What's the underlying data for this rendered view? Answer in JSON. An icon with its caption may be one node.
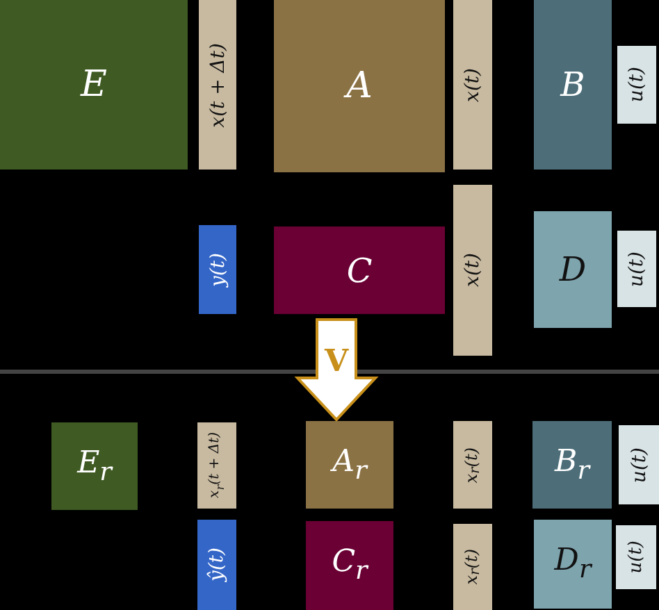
{
  "diagram": {
    "nodes": [
      {
        "text": [
          "E"
        ]
      },
      {
        "text": [
          "x(t + Δt)"
        ]
      },
      {
        "text": [
          "A"
        ]
      },
      {
        "text": [
          "x(t)"
        ]
      },
      {
        "text": [
          "B"
        ]
      },
      {
        "text": [
          "u(t)"
        ]
      },
      {
        "text": [
          "y(t)"
        ]
      },
      {
        "text": [
          "C"
        ]
      },
      {
        "text": [
          "x(t)"
        ]
      },
      {
        "text": [
          "D"
        ]
      },
      {
        "text": [
          "u(t)"
        ]
      },
      {
        "text": [
          "E$_{r}$"
        ]
      },
      {
        "text": [
          "x$_{r}$(t + Δt)"
        ]
      },
      {
        "text": [
          "A$_{r}$"
        ]
      },
      {
        "text": [
          "x$_{r}$(t)"
        ]
      },
      {
        "text": [
          "B$_{r}$"
        ]
      },
      {
        "text": [
          "u(t)"
        ]
      },
      {
        "text": [
          "ŷ(t)"
        ]
      },
      {
        "text": [
          "C$_{r}$"
        ]
      },
      {
        "text": [
          "x$_{r}$(t)"
        ]
      },
      {
        "text": [
          "D$_{r}$"
        ]
      },
      {
        "text": [
          "u(t)"
        ]
      }
    ],
    "edges": [
      {
        "from": 7,
        "to": 13,
        "arrow": "to",
        "label": "V"
      }
    ]
  }
}
